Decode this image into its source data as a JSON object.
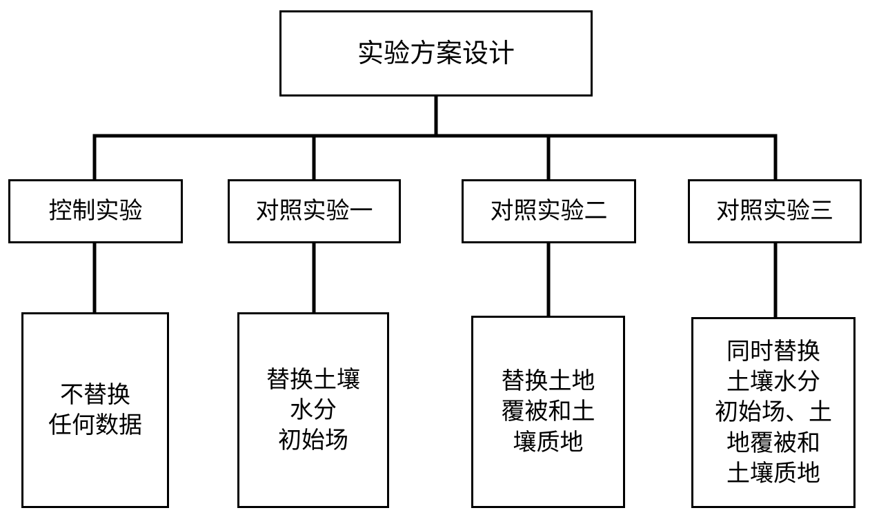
{
  "diagram": {
    "root": {
      "label": "实验方案设计"
    },
    "groups": [
      {
        "label": "控制实验",
        "detail": "不替换\n任何数据"
      },
      {
        "label": "对照实验一",
        "detail": "替换土壤\n水分\n初始场"
      },
      {
        "label": "对照实验二",
        "detail": "替换土地\n覆被和土\n壤质地"
      },
      {
        "label": "对照实验三",
        "detail": "同时替换\n土壤水分\n初始场、土\n地覆被和\n土壤质地"
      }
    ]
  },
  "colors": {
    "line": "#000000",
    "box_border": "#000000",
    "background": "#ffffff",
    "text": "#000000"
  }
}
